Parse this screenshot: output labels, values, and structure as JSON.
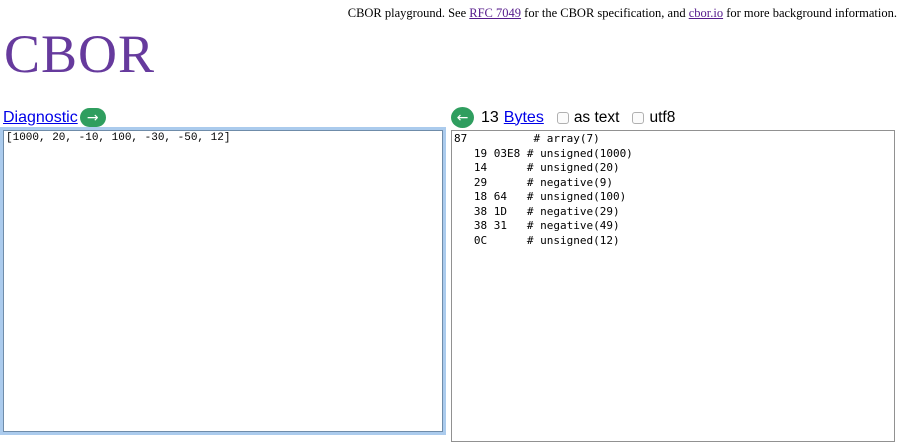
{
  "top_note": {
    "prefix": "CBOR playground. See ",
    "rfc_link": "RFC 7049",
    "middle": " for the CBOR specification, and ",
    "site_link": "cbor.io",
    "suffix": " for more background information."
  },
  "logo": "CBOR",
  "diagnostic_panel": {
    "title_link": "Diagnostic",
    "to_bytes_arrow": "→",
    "content": "[1000, 20, -10, 100, -30, -50, 12]"
  },
  "bytes_panel": {
    "to_diagnostic_arrow": "←",
    "byte_count": "13",
    "title_link": "Bytes",
    "as_text_label": "as text",
    "utf8_label": "utf8",
    "content": "87          # array(7)\n   19 03E8 # unsigned(1000)\n   14      # unsigned(20)\n   29      # negative(9)\n   18 64   # unsigned(100)\n   38 1D   # negative(29)\n   38 31   # negative(49)\n   0C      # unsigned(12)"
  },
  "colors": {
    "button_green": "#2f9e5f",
    "link_blue": "#0000e8",
    "visited_link_purple": "#551a8b",
    "logo_purple": "#663a9d"
  }
}
